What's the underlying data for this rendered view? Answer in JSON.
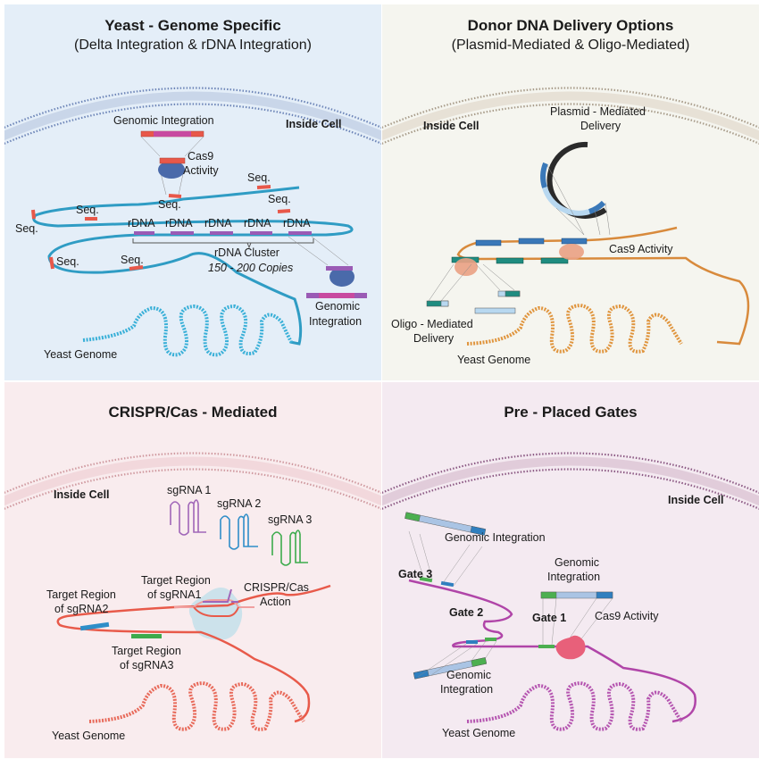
{
  "panels": {
    "yeast_genome_specific": {
      "title": "Yeast - Genome Specific",
      "subtitle": "(Delta Integration & rDNA Integration)",
      "inside_cell": "Inside Cell",
      "genomic_integration_top": "Genomic Integration",
      "cas9_line1": "Cas9",
      "cas9_line2": "Activity",
      "seq_label": "Seq.",
      "rdna_label": "rDNA",
      "rdna_cluster": "rDNA Cluster",
      "rdna_copies": "150 - 200 Copies",
      "genomic_integration_right_l1": "Genomic",
      "genomic_integration_right_l2": "Integration",
      "yeast_genome": "Yeast Genome",
      "colors": {
        "background": "#e4eef8",
        "dna": "#2f9cc4",
        "seq": "#e8584a",
        "rdna": "#9a5bb5",
        "cas9": "#4a6aaa",
        "membrane": "#6e86b8"
      }
    },
    "donor_dna_delivery": {
      "title": "Donor DNA Delivery Options",
      "subtitle": "(Plasmid-Mediated & Oligo-Mediated)",
      "inside_cell": "Inside Cell",
      "plasmid_l1": "Plasmid - Mediated",
      "plasmid_l2": "Delivery",
      "cas9_activity": "Cas9 Activity",
      "oligo_l1": "Oligo - Mediated",
      "oligo_l2": "Delivery",
      "yeast_genome": "Yeast Genome",
      "colors": {
        "background": "#f5f5ef",
        "dna": "#d88a3c",
        "blue_block": "#3a78b8",
        "teal_block": "#1f8c80",
        "cas9": "#eaa183",
        "membrane": "#a89c8a",
        "plasmid": "#2a2a2a"
      }
    },
    "crispr_cas_mediated": {
      "title": "CRISPR/Cas - Mediated",
      "inside_cell": "Inside Cell",
      "sgrna1": "sgRNA 1",
      "sgrna2": "sgRNA 2",
      "sgrna3": "sgRNA 3",
      "target1_l1": "Target Region",
      "target1_l2": "of sgRNA1",
      "target2_l1": "Target Region",
      "target2_l2": "of sgRNA2",
      "target3_l1": "Target Region",
      "target3_l2": "of sgRNA3",
      "crispr_action_l1": "CRISPR/Cas",
      "crispr_action_l2": "Action",
      "yeast_genome": "Yeast Genome",
      "colors": {
        "background": "#f9ecee",
        "dna": "#e85a4a",
        "sgrna1": "#a066b8",
        "sgrna2": "#2f8ec8",
        "sgrna3": "#3cab4c",
        "cas_blob": "#c4e0ea",
        "membrane": "#d09aa0"
      }
    },
    "pre_placed_gates": {
      "title": "Pre - Placed Gates",
      "inside_cell": "Inside Cell",
      "gi_top_left": "Genomic Integration",
      "gi_top_right_l1": "Genomic",
      "gi_top_right_l2": "Integration",
      "gi_bottom_l1": "Genomic",
      "gi_bottom_l2": "Integration",
      "gate1": "Gate 1",
      "gate2": "Gate 2",
      "gate3": "Gate 3",
      "cas9_activity": "Cas9 Activity",
      "yeast_genome": "Yeast Genome",
      "colors": {
        "background": "#f4eaf1",
        "dna": "#b045a8",
        "green": "#4caf50",
        "blue": "#2f7fbf",
        "light_blue": "#aac4e4",
        "cas9": "#e8607a",
        "membrane": "#8c5a84"
      }
    }
  }
}
